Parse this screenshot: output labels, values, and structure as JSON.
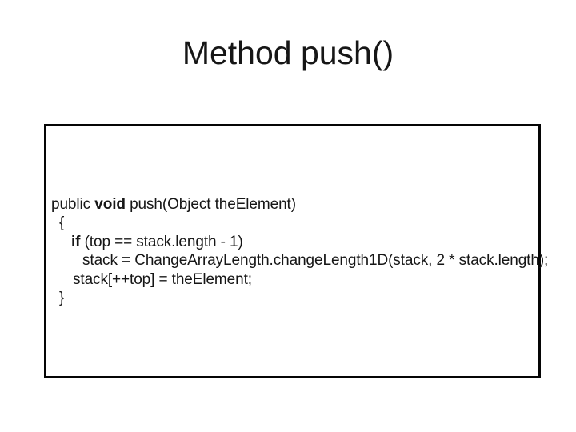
{
  "slide": {
    "title": "Method push()"
  },
  "code_box": {
    "lines": [
      {
        "indent": 0,
        "segments": [
          {
            "text": "public ",
            "bold": false
          },
          {
            "text": "void",
            "bold": true
          },
          {
            "text": " push(Object theElement)",
            "bold": false
          }
        ]
      },
      {
        "indent": 10,
        "segments": [
          {
            "text": "{",
            "bold": false
          }
        ]
      },
      {
        "indent": 25,
        "segments": [
          {
            "text": "if",
            "bold": true
          },
          {
            "text": " (top == stack.length - 1)",
            "bold": false
          }
        ]
      },
      {
        "indent": 39,
        "segments": [
          {
            "text": "stack = ChangeArrayLength.changeLength1D(stack, 2 * stack.length);",
            "bold": false
          }
        ]
      },
      {
        "indent": 27,
        "segments": [
          {
            "text": "stack[++top] = theElement;",
            "bold": false
          }
        ]
      },
      {
        "indent": 10,
        "segments": [
          {
            "text": "}",
            "bold": false
          }
        ]
      }
    ]
  },
  "colors": {
    "background": "#ffffff",
    "text": "#161616",
    "box_border": "#050505"
  }
}
